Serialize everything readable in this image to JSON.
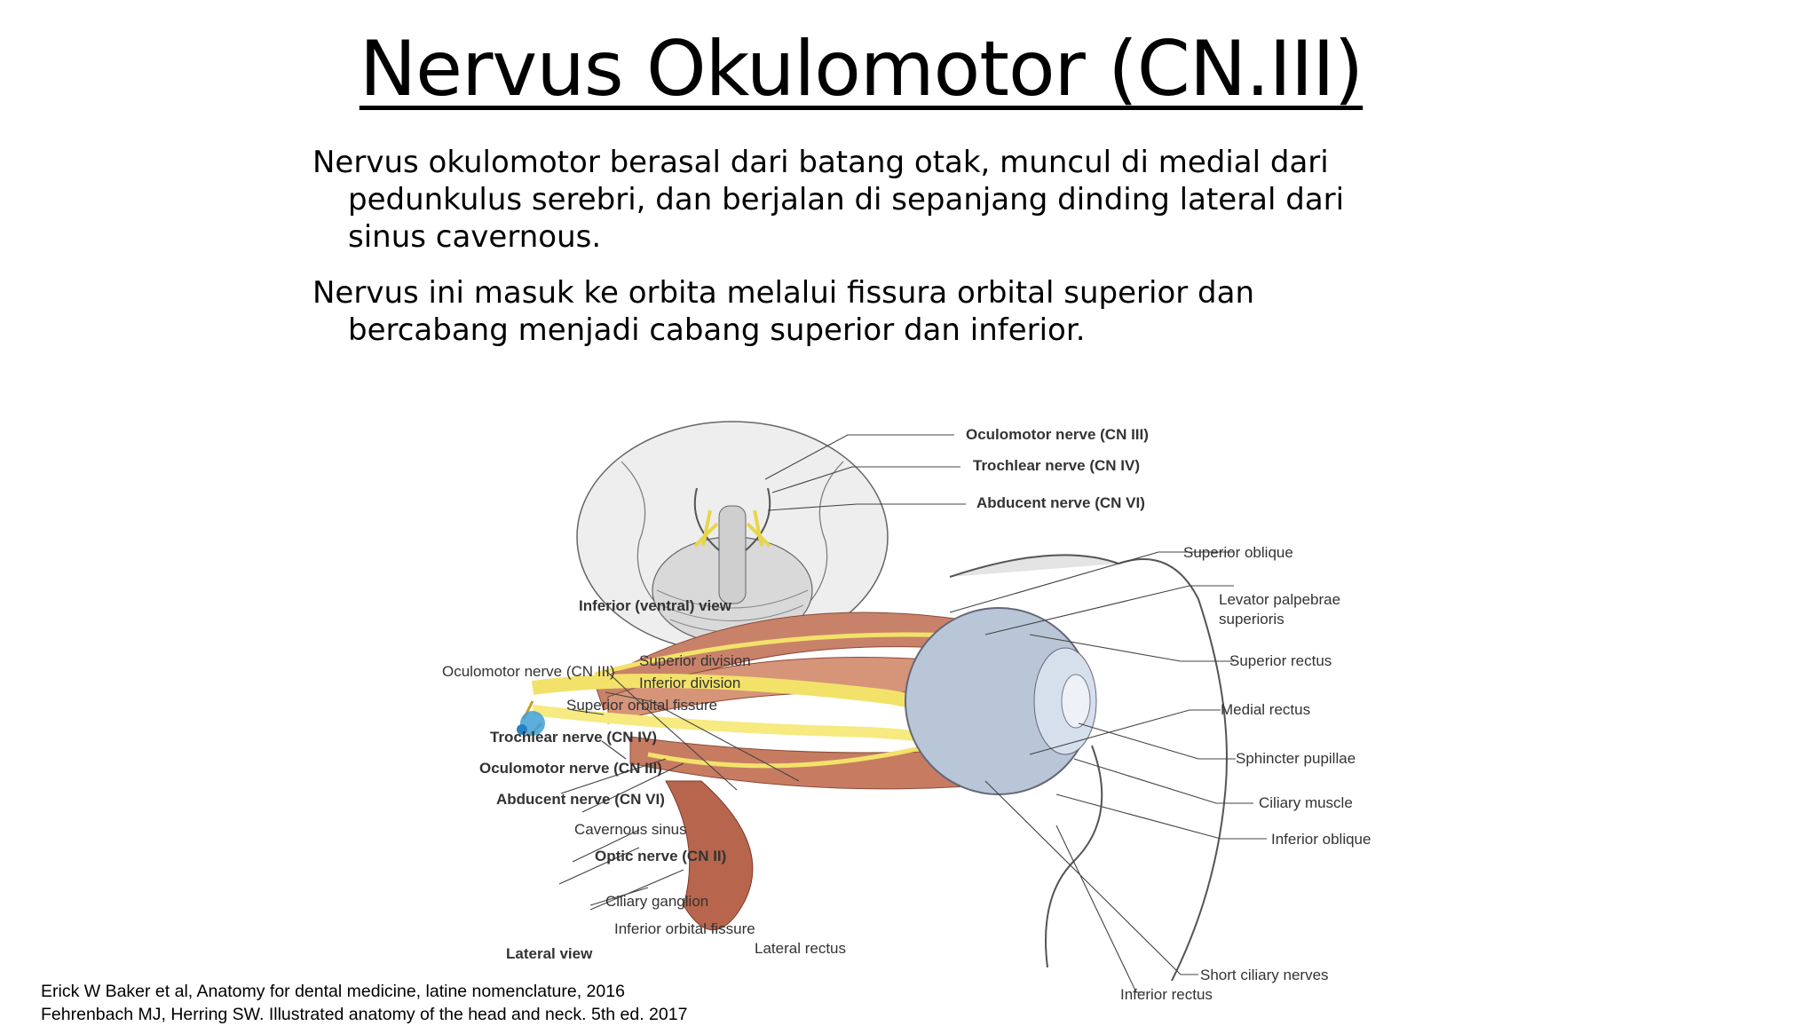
{
  "slide": {
    "title": "Nervus Okulomotor (CN.III)",
    "paragraphs": [
      "Nervus okulomotor berasal dari batang otak, muncul di medial dari pedunkulus serebri, dan berjalan di sepanjang dinding lateral dari sinus cavernous.",
      "Nervus ini masuk ke orbita melalui fissura orbital superior dan bercabang menjadi cabang superior dan inferior."
    ],
    "references": [
      "Erick W Baker et al, Anatomy for dental medicine, latine nomenclature, 2016",
      "Fehrenbach MJ, Herring SW. Illustrated anatomy of the head and neck. 5th ed. 2017"
    ]
  },
  "figure": {
    "top_labels": {
      "oculomotor": "Oculomotor nerve (CN III)",
      "trochlear": "Trochlear nerve (CN IV)",
      "abducent": "Abducent nerve (CN VI)",
      "view": "Inferior (ventral) view"
    },
    "left_labels": {
      "oculomotor_group": "Oculomotor nerve (CN III)",
      "superior_division": "Superior division",
      "inferior_division": "Inferior division",
      "superior_orbital_fissure": "Superior orbital fissure",
      "trochlear": "Trochlear nerve (CN IV)",
      "oculomotor": "Oculomotor nerve (CN III)",
      "abducent": "Abducent nerve (CN VI)",
      "cavernous_sinus": "Cavernous sinus",
      "optic": "Optic nerve (CN II)",
      "ciliary_ganglion": "Ciliary ganglion",
      "inferior_orbital_fissure": "Inferior orbital fissure",
      "lateral_view": "Lateral view",
      "lateral_rectus": "Lateral rectus"
    },
    "right_labels": {
      "superior_oblique": "Superior oblique",
      "levator_1": "Levator palpebrae",
      "levator_2": "superioris",
      "superior_rectus": "Superior rectus",
      "medial_rectus": "Medial rectus",
      "sphincter_pupillae": "Sphincter pupillae",
      "ciliary_muscle": "Ciliary muscle",
      "inferior_oblique": "Inferior oblique",
      "short_ciliary": "Short ciliary nerves",
      "inferior_rectus": "Inferior rectus"
    }
  }
}
